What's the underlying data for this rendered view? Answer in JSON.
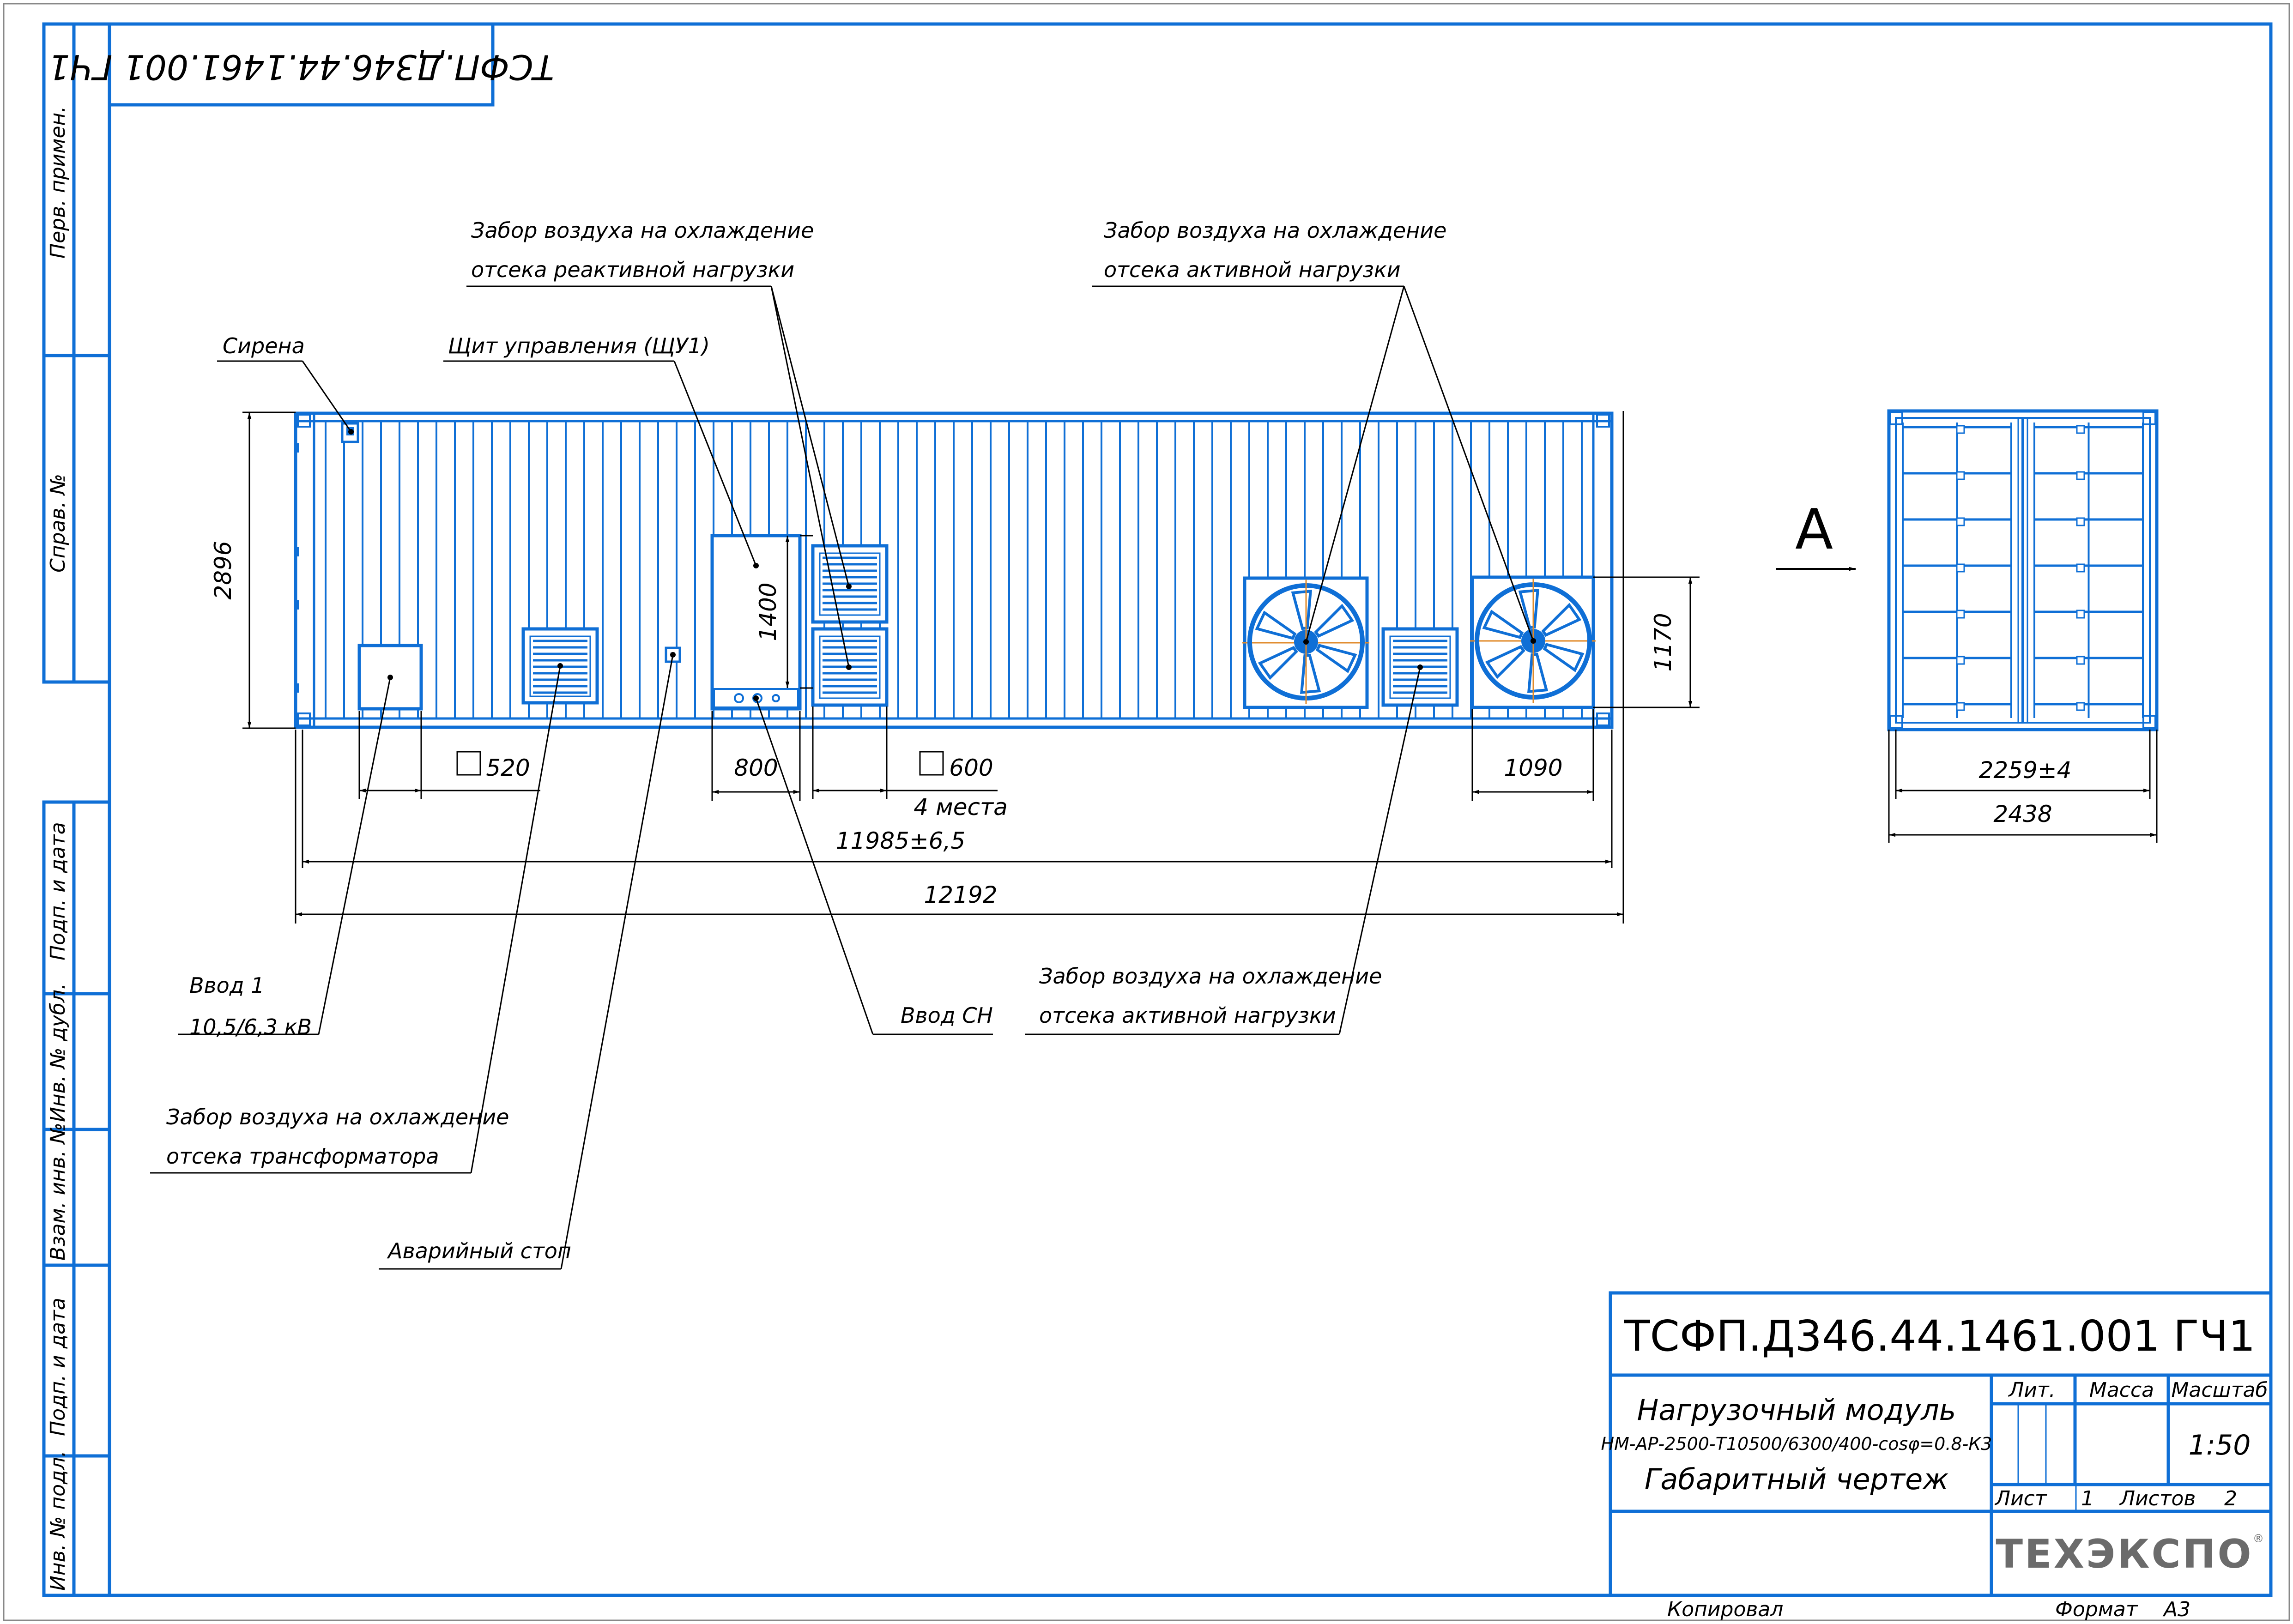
{
  "stamp_top": "ТСФП.Д346.44.1461.001 ГЧ1",
  "margin_labels": {
    "perv_primen": "Перв. примен.",
    "sprav_no": "Справ. №",
    "podp_data_1": "Подп. и дата",
    "inv_dubl": "Инв. № дубл.",
    "vzam_inv": "Взам. инв. №",
    "podp_data_2": "Подп. и дата",
    "inv_podl": "Инв. № подл."
  },
  "callouts": {
    "sirena": "Сирена",
    "shchit": "Щит управления (ЩУ1)",
    "reactive_1": "Забор воздуха на охлаждение",
    "reactive_2": "отсека реактивной нагрузки",
    "active_top_1": "Забор воздуха на охлаждение",
    "active_top_2": "отсека активной нагрузки",
    "vvod1_1": "Ввод 1",
    "vvod1_2": "10,5/6,3 кВ",
    "vvod_sn": "Ввод СН",
    "active_bot_1": "Забор воздуха на охлаждение",
    "active_bot_2": "отсека активной нагрузки",
    "trans_1": "Забор воздуха на охлаждение",
    "trans_2": "отсека трансформатора",
    "avar_stop": "Аварийный стоп"
  },
  "dimensions": {
    "height_2896": "2896",
    "d1400": "1400",
    "d1170": "1170",
    "d520": "520",
    "d800": "800",
    "d600": "600",
    "mesta": "4 места",
    "d1090": "1090",
    "d11985": "11985±6,5",
    "d12192": "12192",
    "d2259": "2259±4",
    "d2438": "2438"
  },
  "view_letter": "А",
  "title_block": {
    "designation": "ТСФП.Д346.44.1461.001 ГЧ1",
    "name_1": "Нагрузочный модуль",
    "name_2": "НМ-АР-2500-Т10500/6300/400-cosφ=0.8-К3",
    "name_3": "Габаритный чертеж",
    "lit_label": "Лит.",
    "mass_label": "Масса",
    "scale_label": "Масштаб",
    "scale_value": "1:50",
    "sheet_label": "Лист",
    "sheet_value": "1",
    "sheets_label": "Листов",
    "sheets_value": "2",
    "company": "ТЕХЭКСПО",
    "copied": "Копировал",
    "format_label": "Формат",
    "format_value": "А3"
  },
  "colors": {
    "drawing_blue": "#0f6fd6",
    "fan_orange": "#e08a2a"
  }
}
